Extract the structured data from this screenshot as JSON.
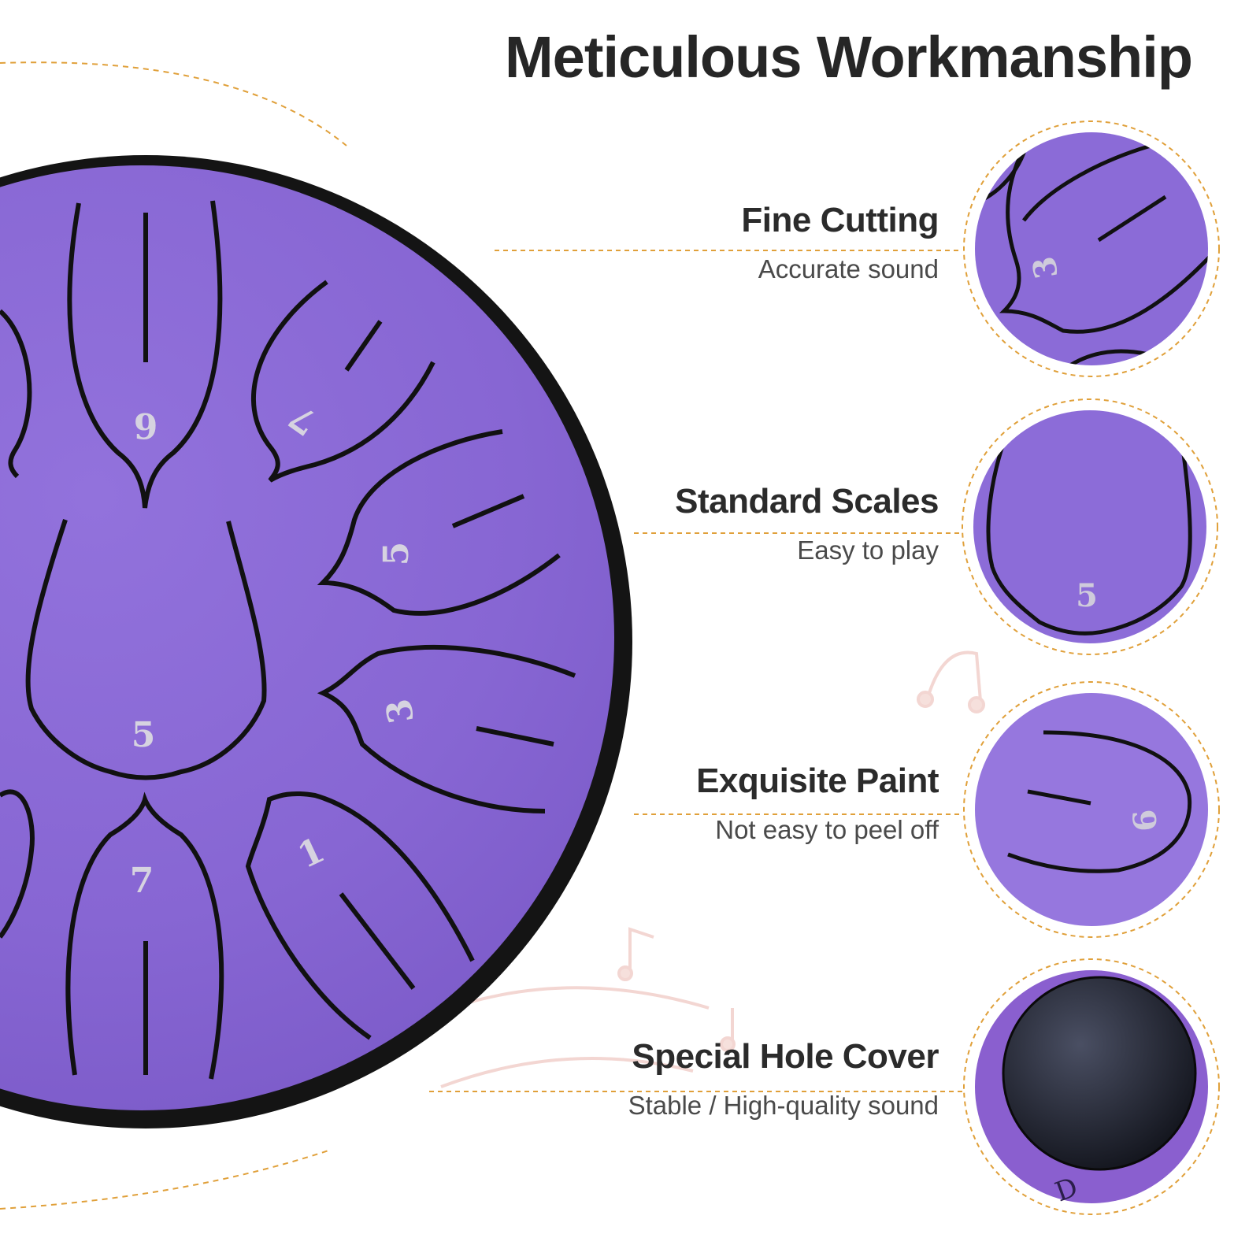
{
  "headline": "Meticulous Workmanship",
  "features": [
    {
      "title": "Fine Cutting",
      "subtitle": "Accurate sound",
      "icon": "tongue-cut-closeup"
    },
    {
      "title": "Standard Scales",
      "subtitle": "Easy to play",
      "icon": "scale-tongue-closeup"
    },
    {
      "title": "Exquisite Paint",
      "subtitle": "Not easy to peel off",
      "icon": "paint-finish-closeup"
    },
    {
      "title": "Special Hole Cover",
      "subtitle": "Stable / High-quality sound",
      "icon": "hole-cover-closeup"
    }
  ],
  "drum": {
    "note_labels": [
      "6",
      "7",
      "5",
      "3",
      "5",
      "1",
      "7"
    ],
    "closeup_labels": [
      "3",
      "5",
      "6",
      "D"
    ]
  },
  "colors": {
    "drum_purple": "#8a6ad6",
    "drum_rim": "#151515",
    "accent_dash": "#e0a03a",
    "text_dark": "#262626"
  }
}
